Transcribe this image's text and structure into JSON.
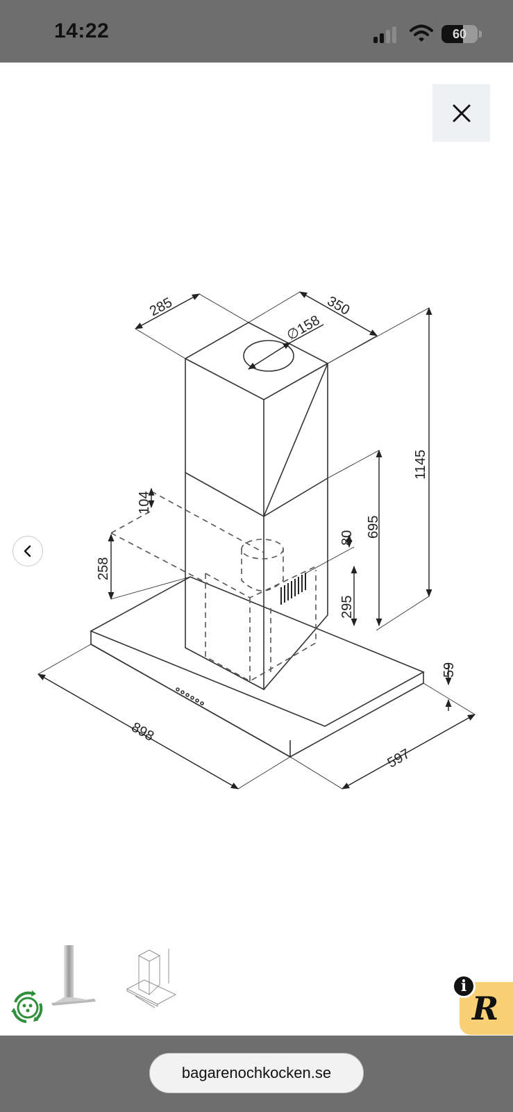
{
  "status_bar": {
    "time": "14:22",
    "battery": "60",
    "battery_level": 0.6
  },
  "browser": {
    "url": "bagarenochkocken.se"
  },
  "viewer": {
    "close_icon": "close-icon",
    "prev_icon": "chevron-left-icon"
  },
  "drawing": {
    "dimensions": {
      "chimney_depth": "285",
      "chimney_width": "350",
      "duct_diameter": "∅158",
      "total_height": "1145",
      "lower_chimney_height": "695",
      "overlap": "104",
      "box_height": "258",
      "outlet_offset": "80",
      "motor_height": "295",
      "canopy_height": "59",
      "hood_width": "898",
      "hood_depth": "597"
    }
  },
  "badges": {
    "info": "i",
    "brand_letter": "R"
  },
  "icons": [
    "close-icon",
    "chevron-left-icon",
    "recycle-icon",
    "info-icon",
    "brand-r-icon",
    "signal-icon",
    "wifi-icon",
    "battery-icon"
  ]
}
